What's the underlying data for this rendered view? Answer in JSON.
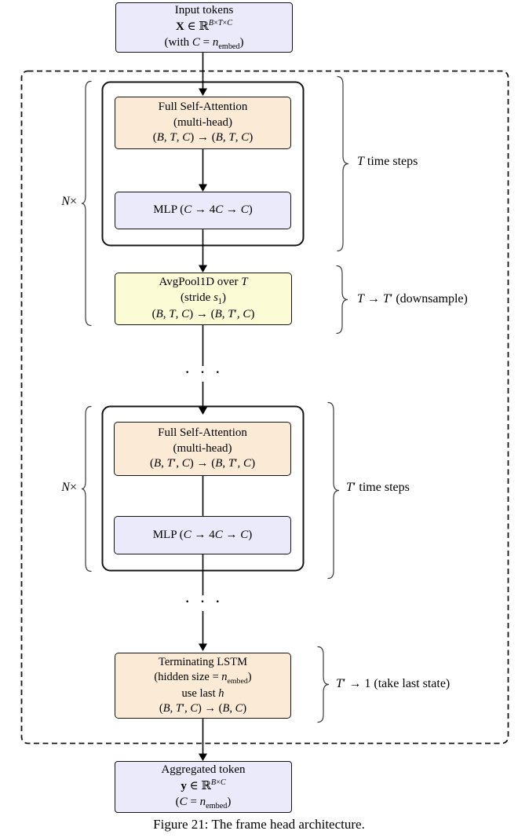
{
  "colors": {
    "lavender": "#eaeafb",
    "peach": "#fbead6",
    "yellow": "#fbfbd6",
    "border": "#141414"
  },
  "input_box": {
    "line1": "Input tokens",
    "line2": "<b>X</b> ∈ ℝ<sup><i>B</i>×<i>T</i>×<i>C</i></sup>",
    "line3": "(with <i>C</i> = <i>n</i><sub>embed</sub>)"
  },
  "group1": {
    "repeat_label": "<i>N</i>×",
    "attention": {
      "line1": "Full Self-Attention",
      "line2": "(multi-head)",
      "line3": "(<i>B</i>, <i>T</i>, <i>C</i>) → (<i>B</i>, <i>T</i>, <i>C</i>)"
    },
    "mlp": {
      "label": "MLP (<i>C</i> → 4<i>C</i> → <i>C</i>)"
    },
    "steps_label": "<i>T</i> time steps"
  },
  "avgpool": {
    "line1": "AvgPool1D over <i>T</i>",
    "line2": "(stride <i>s</i><sub>1</sub>)",
    "line3": "(<i>B</i>, <i>T</i>, <i>C</i>) → (<i>B</i>, <i>T</i>′, <i>C</i>)",
    "side_label": "<i>T</i> → <i>T</i>′ (downsample)"
  },
  "ellipsis": "· · ·",
  "group2": {
    "repeat_label": "<i>N</i>×",
    "attention": {
      "line1": "Full Self-Attention",
      "line2": "(multi-head)",
      "line3": "(<i>B</i>, <i>T</i>′, <i>C</i>) → (<i>B</i>, <i>T</i>′, <i>C</i>)"
    },
    "mlp": {
      "label": "MLP (<i>C</i> → 4<i>C</i> → <i>C</i>)"
    },
    "steps_label": "<i>T</i>′ time steps"
  },
  "lstm": {
    "line1": "Terminating LSTM",
    "line2": "(hidden size = <i>n</i><sub>embed</sub>)",
    "line3": "use last <i>h</i>",
    "line4": "(<i>B</i>, <i>T</i>′, <i>C</i>) → (<i>B</i>, <i>C</i>)",
    "side_label": "<i>T</i>′ → 1 (take last state)"
  },
  "output_box": {
    "line1": "Aggregated token",
    "line2": "<b>y</b> ∈ ℝ<sup><i>B</i>×<i>C</i></sup>",
    "line3": "(<i>C</i> = <i>n</i><sub>embed</sub>)"
  },
  "caption": "Figure 21: The frame head architecture."
}
